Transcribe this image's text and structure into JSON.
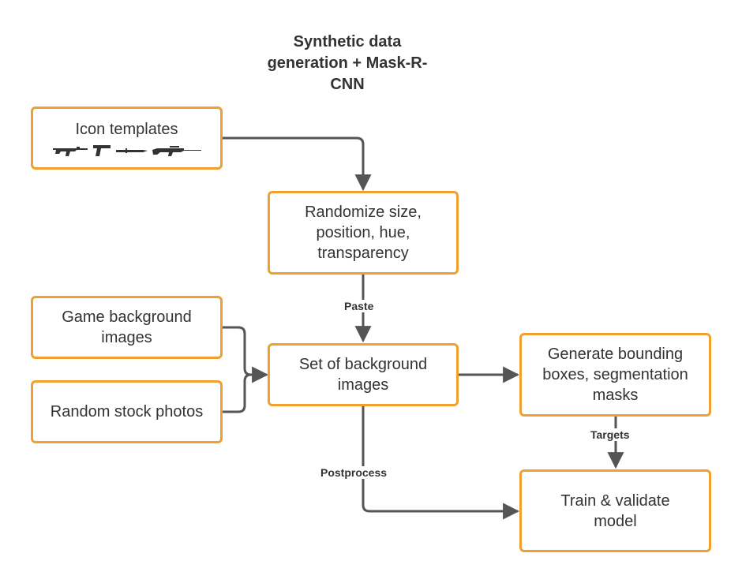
{
  "title": "Synthetic data generation + Mask-R-CNN",
  "nodes": {
    "icon_templates": "Icon templates",
    "randomize": "Randomize size, position, hue, transparency",
    "game_backgrounds": "Game background images",
    "stock_photos": "Random stock photos",
    "set_backgrounds": "Set of background images",
    "generate": "Generate bounding boxes, segmentation masks",
    "train": "Train & validate model"
  },
  "edge_labels": {
    "paste": "Paste",
    "targets": "Targets",
    "postprocess": "Postprocess"
  },
  "icon_names": [
    "assault-rifle-icon",
    "pistol-icon",
    "knife-icon",
    "sniper-rifle-icon"
  ],
  "colors": {
    "node_border": "#f0a030",
    "edge": "#555555"
  }
}
